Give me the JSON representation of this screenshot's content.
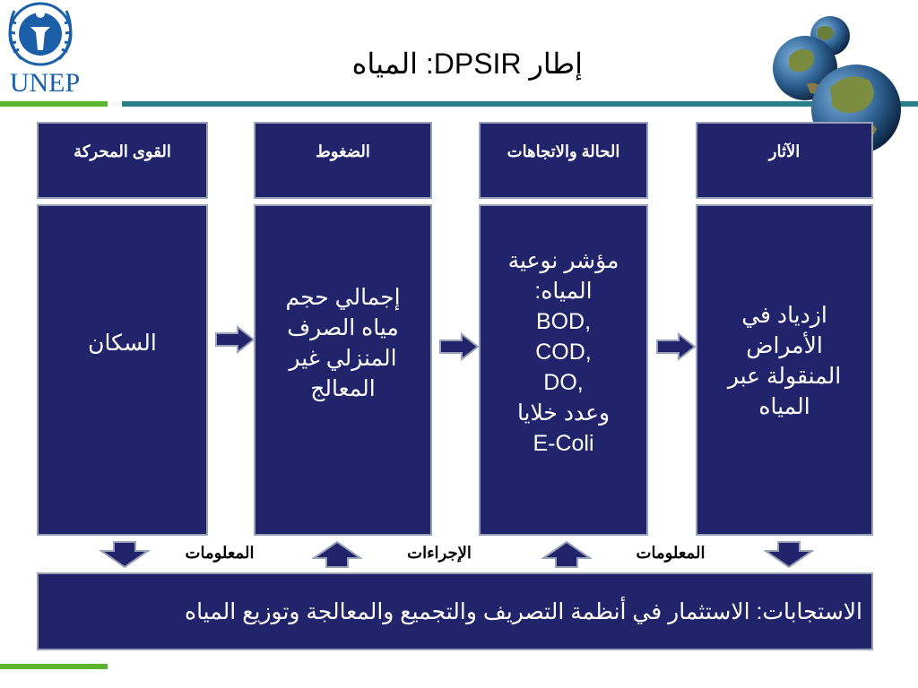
{
  "logo": {
    "text": "UNEP"
  },
  "title": "إطار DPSIR: المياه",
  "headers": [
    {
      "id": "impacts",
      "label": "الآثار"
    },
    {
      "id": "state",
      "label": "الحالة والاتجاهات"
    },
    {
      "id": "pressures",
      "label": "الضغوط"
    },
    {
      "id": "driving_forces",
      "label": "القوى المحركة"
    }
  ],
  "bodies": {
    "impacts": [
      "ازدياد في",
      "الأمراض",
      "المنقولة عبر",
      "المياه"
    ],
    "state": [
      "مؤشر نوعية",
      "المياه:",
      "BOD,",
      "COD,",
      "DO,",
      "وعدد خلايا",
      "E-Coli"
    ],
    "pressures": [
      "إجمالي حجم",
      "مياه الصرف",
      "المنزلي غير",
      "المعالج"
    ],
    "driving_forces": [
      "السكان"
    ]
  },
  "labels": {
    "info_left": "المعلومات",
    "actions": "الإجراءات",
    "info_right": "المعلومات"
  },
  "response": "الاستجابات: الاستثمار في أنظمة  التصريف والتجميع والمعالجة وتوزيع المياه",
  "colors": {
    "box_fill": "#22246b",
    "box_border": "#9aa3b5",
    "arrow_fill": "#22246b",
    "accent_green": "#5bb531",
    "accent_teal": "#2a7f88"
  }
}
